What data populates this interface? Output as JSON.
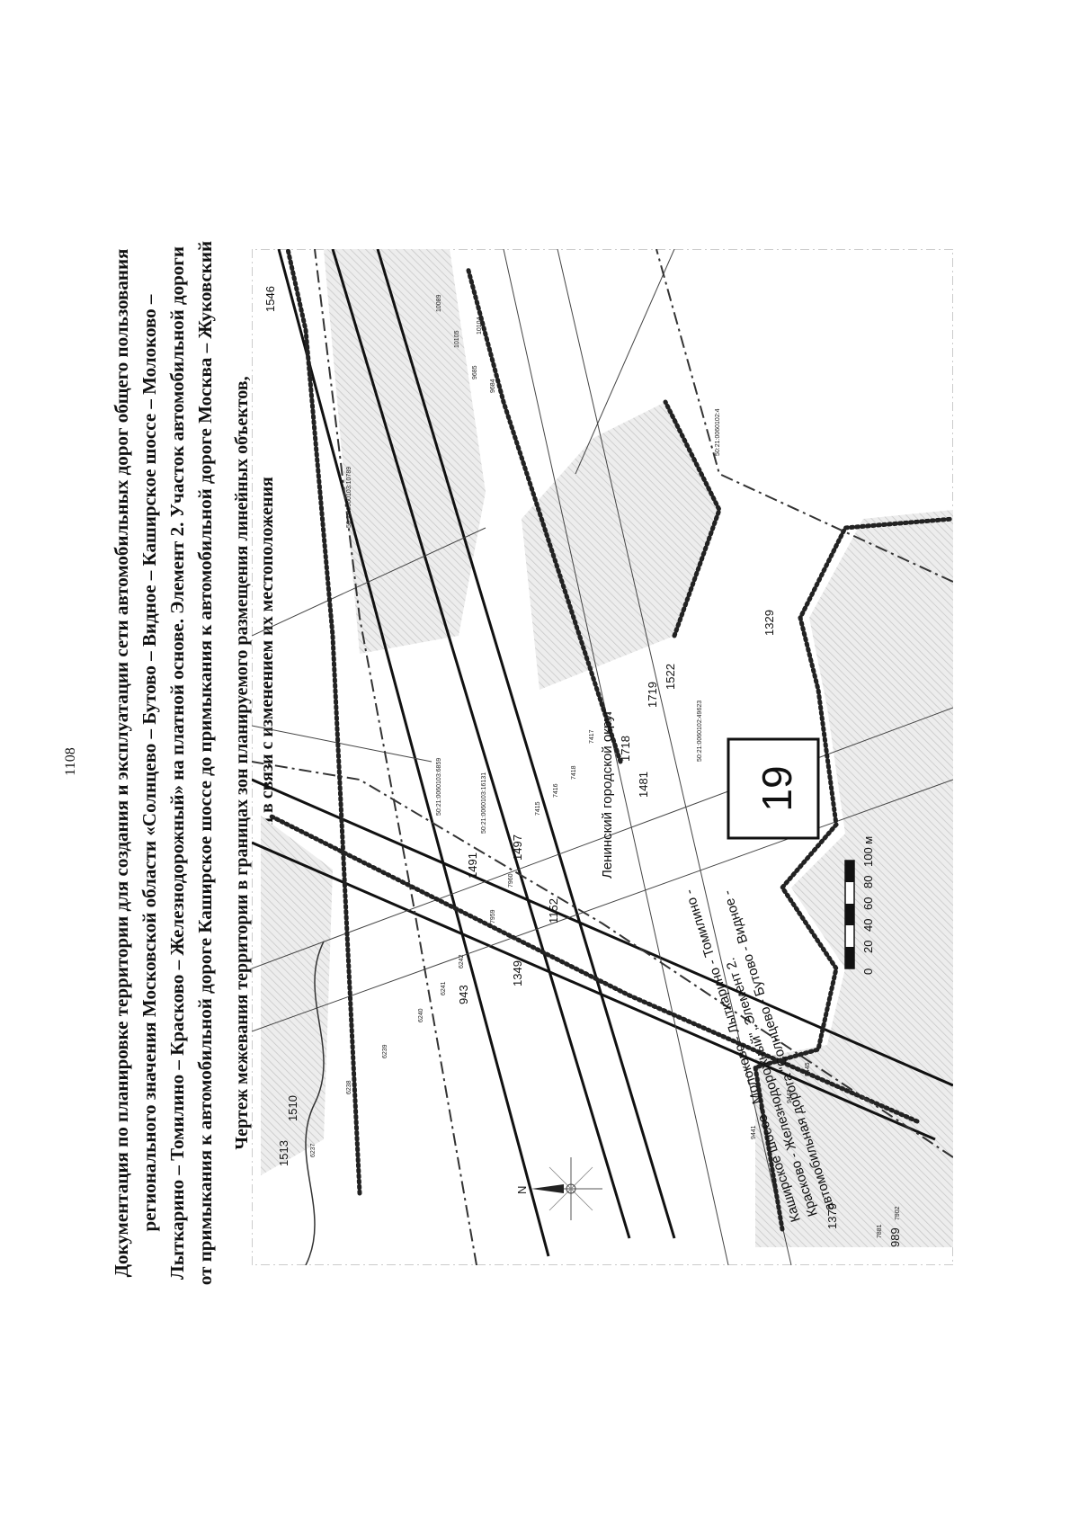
{
  "page_number": "1108",
  "title_lines": [
    "Документация по планировке территории для создания и эксплуатации сети автомобильных дорог общего пользования",
    "регионального значения Московской области «Солнцево – Бутово – Видное – Каширское шоссе – Молоково –",
    "Лыткарино – Томилино – Красково – Железнодорожный» на платной основе. Элемент 2. Участок автомобильной дороги",
    "от примыкания к автомобильной дороге Каширское шоссе до примыкания к автомобильной дороге Москва – Жуковский"
  ],
  "subtitle_lines": [
    "Чертеж межевания территории в границах зон планируемого размещения линейных объектов,",
    "подлежащих реконструкции в связи с изменением их местоположения"
  ],
  "sheet_number": "19",
  "scale_bar": {
    "ticks": [
      "0",
      "20",
      "40",
      "60",
      "80",
      "100 м"
    ]
  },
  "north_label": "N",
  "district_label": "Ленинский городской округ",
  "road_caption_lines": [
    "Каширское шоссе - Молоково - Лыткарино - Томилино -",
    "Красково - Железнодорожный\", Элемент 2.",
    "автомобильная дорога \"Солнцево - Бутово - Видное -"
  ],
  "parcel_numbers": [
    "1546",
    "1719",
    "1522",
    "1718",
    "1481",
    "1491",
    "1497",
    "1152",
    "1349",
    "943",
    "1510",
    "1513",
    "1379",
    "989",
    "1329"
  ],
  "cadastral_numbers": [
    "50:21:0060103:10789",
    "50:21:0060103:6859",
    "50:21:0060103:16131",
    "50:21:0060102:49623",
    "50:21:0060102:4"
  ],
  "point_numbers": [
    "6237",
    "6238",
    "6239",
    "6240",
    "6241",
    "6242",
    "7959",
    "7960",
    "9684",
    "9685",
    "10105",
    "10104",
    "10089",
    "7417",
    "9674",
    "7418",
    "7416",
    "7415",
    "9441",
    "9443",
    "9445",
    "7881",
    "7902"
  ]
}
